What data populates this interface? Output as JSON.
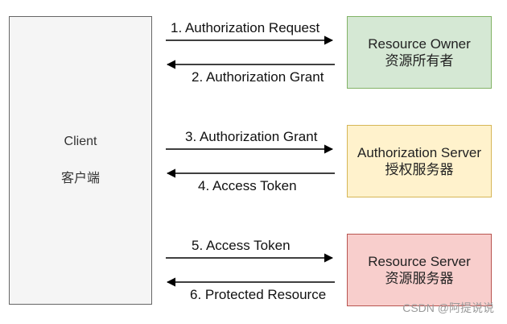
{
  "client": {
    "label_en": "Client",
    "label_zh": "客户端"
  },
  "boxes": [
    {
      "title_en": "Resource Owner",
      "title_zh": "资源所有者",
      "fill": "#d5e8d4",
      "stroke": "#82b366"
    },
    {
      "title_en": "Authorization Server",
      "title_zh": "授权服务器",
      "fill": "#fff2cc",
      "stroke": "#d6b656"
    },
    {
      "title_en": "Resource Server",
      "title_zh": "资源服务器",
      "fill": "#f8cecc",
      "stroke": "#b85450"
    }
  ],
  "flows": [
    {
      "label": "1. Authorization Request",
      "direction": "right"
    },
    {
      "label": "2. Authorization Grant",
      "direction": "left"
    },
    {
      "label": "3. Authorization Grant",
      "direction": "right"
    },
    {
      "label": "4. Access Token",
      "direction": "left"
    },
    {
      "label": "5. Access Token",
      "direction": "right"
    },
    {
      "label": "6. Protected Resource",
      "direction": "left"
    }
  ],
  "watermark": "CSDN @阿提说说"
}
